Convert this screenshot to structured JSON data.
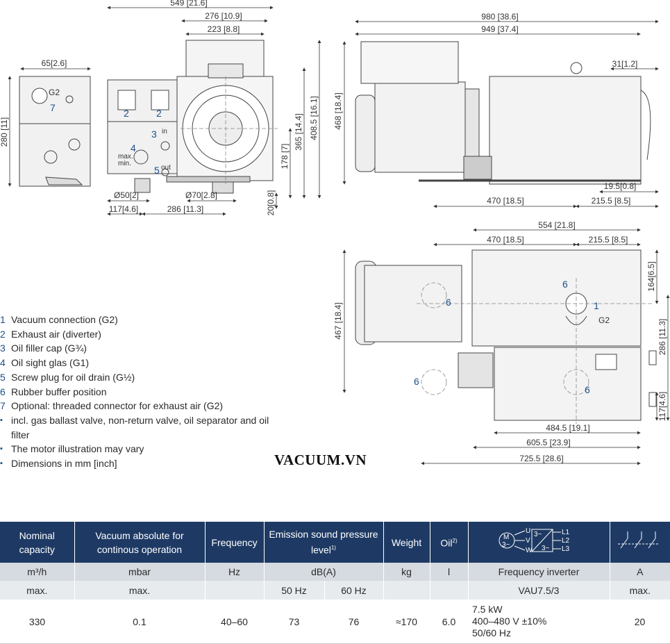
{
  "drawing": {
    "dims_front": {
      "w549": "549 [21.6]",
      "w276": "276 [10.9]",
      "w223": "223 [8.8]",
      "h365": "365 [14.4]",
      "h408": "408.5 [16.1]",
      "h178": "178 [7]",
      "h20": "20[0.8]",
      "d50": "Ø50[2]",
      "d70": "Ø70[2.8]",
      "w117": "117[4.6]",
      "w286": "286 [11.3]"
    },
    "dims_side": {
      "w65": "65[2.6]",
      "h280": "280 [11]",
      "g2": "G2",
      "n7": "7"
    },
    "front_callouts": {
      "n2a": "2",
      "n2b": "2",
      "n3": "3",
      "n4": "4",
      "n5": "5",
      "in": "in",
      "out": "out",
      "max": "max.",
      "min": "min."
    },
    "dims_elev": {
      "w980": "980 [38.6]",
      "w949": "949 [37.4]",
      "w31": "31[1.2]",
      "h468": "468 [18.4]",
      "w19": "19.5[0.8]",
      "w470": "470 [18.5]",
      "w215": "215.5 [8.5]"
    },
    "dims_plan": {
      "w554": "554 [21.8]",
      "w470": "470 [18.5]",
      "w215": "215.5 [8.5]",
      "h164": "164[6.5]",
      "h467": "467 [18.4]",
      "h286": "286 [11.3]",
      "h117": "117[4.6]",
      "w484": "484.5 [19.1]",
      "w605": "605.5 [23.9]",
      "w725": "725.5 [28.6]",
      "n6a": "6",
      "n6b": "6",
      "n6c": "6",
      "n6d": "6",
      "n1": "1",
      "g2": "G2"
    }
  },
  "legend": [
    {
      "marker": "1",
      "text": "Vacuum connection (G2)"
    },
    {
      "marker": "2",
      "text": "Exhaust air (diverter)"
    },
    {
      "marker": "3",
      "text": "Oil filler cap (G¾)"
    },
    {
      "marker": "4",
      "text": "Oil sight glas (G1)"
    },
    {
      "marker": "5",
      "text": "Screw plug for oil drain (G½)"
    },
    {
      "marker": "6",
      "text": "Rubber buffer position"
    },
    {
      "marker": "7",
      "text": "Optional: threaded connector for exhaust air (G2)"
    },
    {
      "marker": "▪",
      "text": "incl. gas ballast valve, non-return valve, oil separator and oil filter"
    },
    {
      "marker": "▪",
      "text": "The motor illustration may vary"
    },
    {
      "marker": "▪",
      "text": "Dimensions in mm [inch]"
    }
  ],
  "watermark": "VACUUM.VN",
  "table": {
    "headers": {
      "capacity": "Nominal capacity",
      "vacuum": "Vacuum absolute for continous operation",
      "frequency": "Frequency",
      "sound": "Emission sound pressure level",
      "sound_note": "1)",
      "weight": "Weight",
      "oil": "Oil",
      "oil_note": "2)",
      "circuit_labels": {
        "m": "M",
        "m3": "3~",
        "u": "U",
        "v": "V",
        "w": "W",
        "l1": "L1",
        "l2": "L2",
        "l3": "L3",
        "in": "3~",
        "out": "3~"
      }
    },
    "units": {
      "capacity": "m³/h",
      "vacuum": "mbar",
      "frequency": "Hz",
      "sound": "dB(A)",
      "weight": "kg",
      "oil": "l",
      "inverter": "Frequency inverter",
      "current": "A"
    },
    "sub": {
      "capacity": "max.",
      "vacuum": "max.",
      "sound50": "50 Hz",
      "sound60": "60 Hz",
      "inverter": "VAU7.5/3",
      "current": "max."
    },
    "values": {
      "capacity": "330",
      "vacuum": "0.1",
      "frequency": "40–60",
      "sound50": "73",
      "sound60": "76",
      "weight": "≈170",
      "oil": "6.0",
      "inverter_power": "7.5 kW",
      "inverter_voltage": "400–480 V ±10%",
      "inverter_freq": "50/60 Hz",
      "current": "20"
    }
  }
}
